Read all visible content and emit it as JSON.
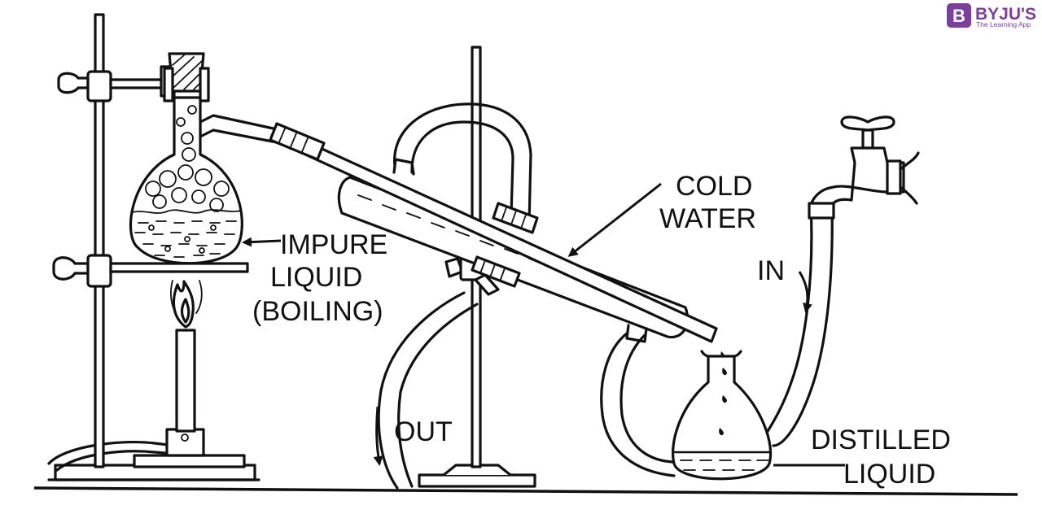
{
  "logo": {
    "glyph": "B",
    "name": "BYJU'S",
    "tagline": "The Learning App",
    "accent": "#7b3f9e"
  },
  "labels": {
    "impure_1": "IMPURE",
    "impure_2": "LIQUID",
    "impure_3": "(BOILING)",
    "cold_1": "COLD",
    "cold_2": "WATER",
    "in": "IN",
    "out": "OUT",
    "distilled_1": "DISTILLED",
    "distilled_2": "LIQUID"
  },
  "colors": {
    "ink": "#111111",
    "background": "#ffffff"
  }
}
